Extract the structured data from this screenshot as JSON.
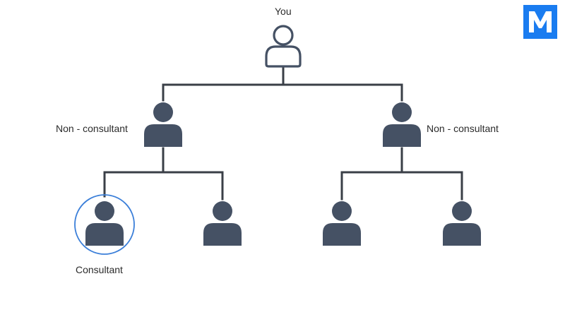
{
  "labels": {
    "root": "You",
    "left_mid": "Non - consultant",
    "right_mid": "Non - consultant",
    "highlighted_leaf": "Consultant"
  },
  "logo": {
    "letter": "M",
    "color": "#1a7cf0"
  },
  "colors": {
    "connector": "#3a3f47",
    "person_fill": "#455164",
    "person_outline": "#455164",
    "highlight_ring": "#3b7fd9"
  },
  "nodes": [
    {
      "id": "you",
      "style": "outline",
      "label_key": "root"
    },
    {
      "id": "non-consultant-left",
      "style": "filled",
      "label_key": "left_mid"
    },
    {
      "id": "non-consultant-right",
      "style": "filled",
      "label_key": "right_mid"
    },
    {
      "id": "consultant",
      "style": "filled",
      "label_key": "highlighted_leaf",
      "highlighted": true
    },
    {
      "id": "leaf-2",
      "style": "filled"
    },
    {
      "id": "leaf-3",
      "style": "filled"
    },
    {
      "id": "leaf-4",
      "style": "filled"
    }
  ]
}
